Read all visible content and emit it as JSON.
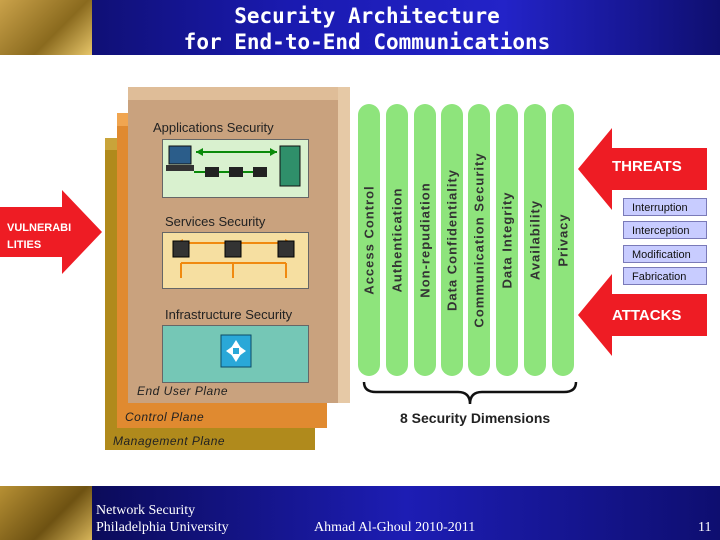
{
  "slide": {
    "title_line1": "Security Architecture",
    "title_line2": "for End-to-End Communications",
    "footer_course": "Network Security",
    "footer_university": "Philadelphia University",
    "footer_author": "Ahmad Al-Ghoul 2010-2011",
    "page_number": "11"
  },
  "layers": {
    "applications": "Applications Security",
    "services": "Services Security",
    "infrastructure": "Infrastructure Security"
  },
  "planes": {
    "end_user": "End User Plane",
    "control": "Control Plane",
    "management": "Management Plane"
  },
  "dimensions": {
    "items": [
      "Access Control",
      "Authentication",
      "Non-repudiation",
      "Data Confidentiality",
      "Communication Security",
      "Data Integrity",
      "Availability",
      "Privacy"
    ],
    "label": "8 Security Dimensions"
  },
  "threats": {
    "label": "THREATS",
    "items": [
      "Interruption",
      "Interception",
      "Modification",
      "Fabrication"
    ]
  },
  "attacks": {
    "label": "ATTACKS"
  },
  "vulnerabilities": {
    "line1": "VULNERABI",
    "line2": "LITIES"
  },
  "colors": {
    "title_bar": "#1a1ab0",
    "arrow_red": "#ee1c24",
    "pill_green": "#8ee47c",
    "end_user_plane": "#c9a27e",
    "control_plane": "#e08a30",
    "management_plane": "#b08a1c"
  }
}
